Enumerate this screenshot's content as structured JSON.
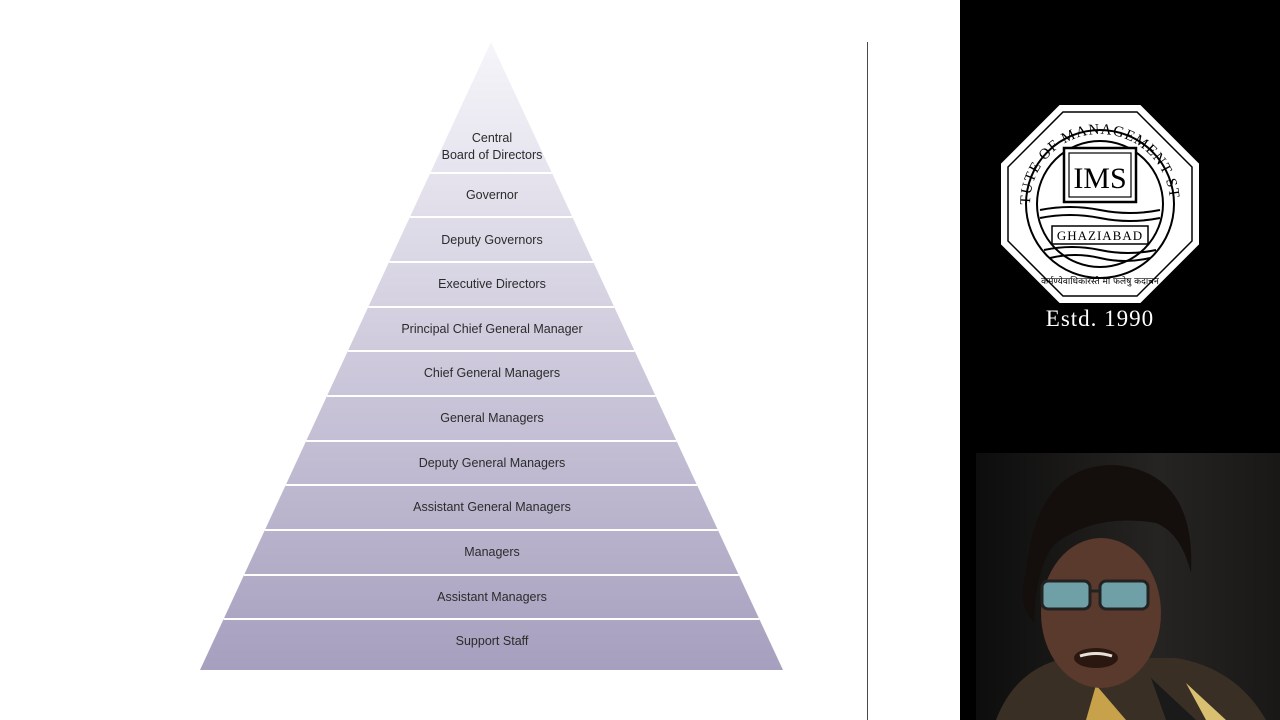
{
  "slide": {
    "pyramid_levels": [
      "Central\nBoard of Directors",
      "Governor",
      "Deputy Governors",
      "Executive Directors",
      "Principal Chief General Manager",
      "Chief General Managers",
      "General Managers",
      "Deputy General Managers",
      "Assistant General Managers",
      "Managers",
      "Assistant Managers",
      "Support Staff"
    ],
    "colors": {
      "top": "#f4f3f8",
      "bottom": "#a9a2c0",
      "separator": "#ffffff",
      "text": "#2b2b2b"
    }
  },
  "sidebar": {
    "logo": {
      "arc_text": "INSTITUTE OF MANAGEMENT STUDIES",
      "center_text": "IMS",
      "banner_text": "GHAZIABAD",
      "motto": "कर्मण्येवाधिकारस्ते मा फलेषु कदाचन"
    },
    "estd_text": "Estd. 1990"
  },
  "webcam": {
    "description_icon": "presenter-video"
  }
}
